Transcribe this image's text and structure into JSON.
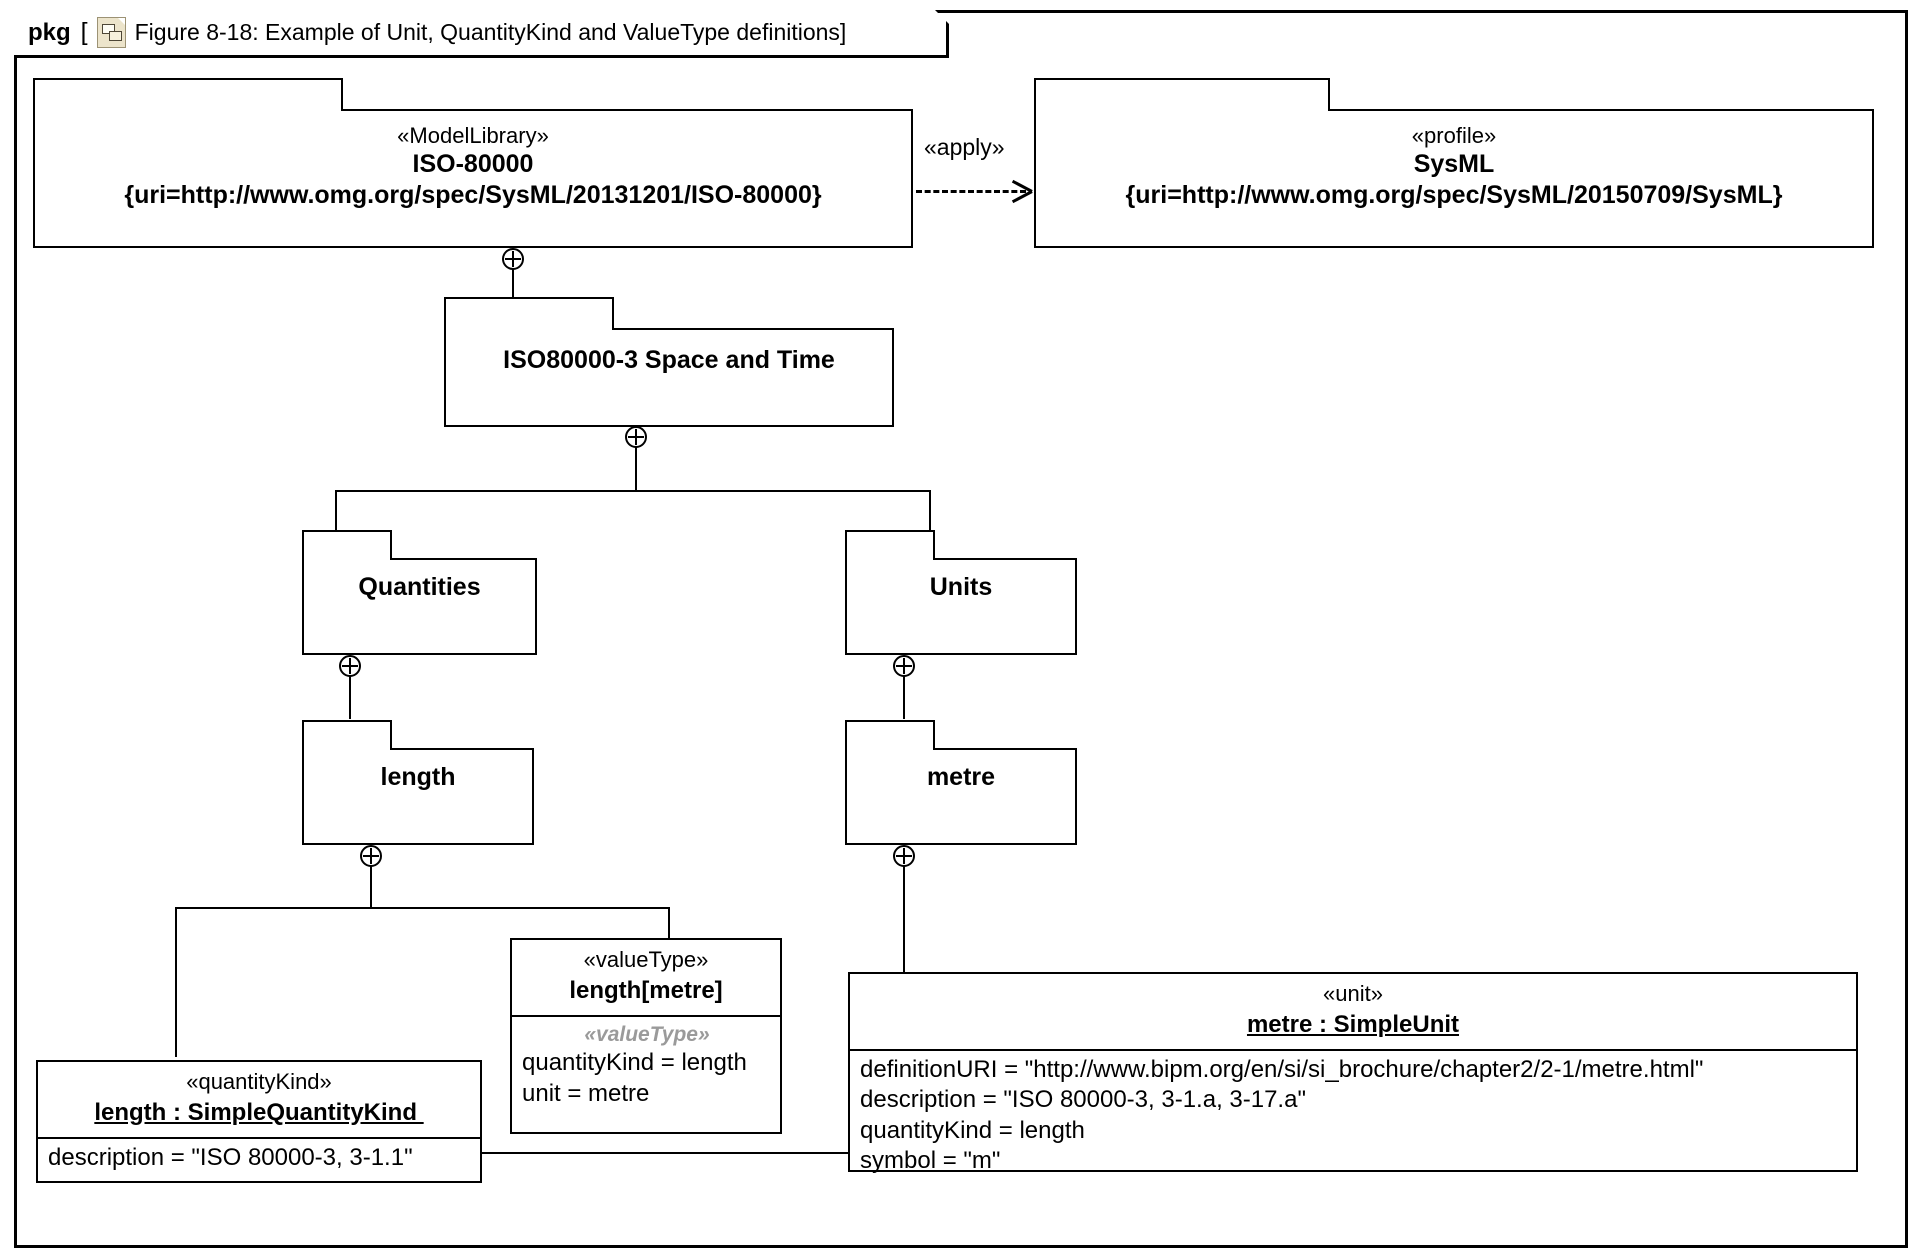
{
  "frame": {
    "keyword": "pkg",
    "bracket_open": "[",
    "icon": "package-icon",
    "title": "Figure 8-18: Example of Unit, QuantityKind and ValueType definitions]"
  },
  "packages": {
    "iso80000": {
      "stereotype": "«ModelLibrary»",
      "name": "ISO-80000",
      "uri": "{uri=http://www.omg.org/spec/SysML/20131201/ISO-80000}"
    },
    "sysml": {
      "stereotype": "«profile»",
      "name": "SysML",
      "uri": "{uri=http://www.omg.org/spec/SysML/20150709/SysML}"
    },
    "iso80000_3": {
      "name": "ISO80000-3 Space and Time"
    },
    "quantities": {
      "name": "Quantities"
    },
    "units": {
      "name": "Units"
    },
    "length_pkg": {
      "name": "length"
    },
    "metre_pkg": {
      "name": "metre"
    }
  },
  "dependency": {
    "label": "«apply»"
  },
  "elements": {
    "value_type": {
      "stereotype": "«valueType»",
      "name": "length[metre]",
      "compartment_stereotype": "«valueType»",
      "properties": [
        "quantityKind = length",
        "unit = metre"
      ]
    },
    "quantity_kind": {
      "stereotype": "«quantityKind»",
      "name": "length : SimpleQuantityKind ",
      "properties": [
        "description = \"ISO 80000-3, 3-1.1\""
      ]
    },
    "unit": {
      "stereotype": "«unit»",
      "name": "metre : SimpleUnit",
      "properties": [
        "definitionURI = \"http://www.bipm.org/en/si/si_brochure/chapter2/2-1/metre.html\"",
        "description = \"ISO 80000-3, 3-1.a, 3-17.a\"",
        "quantityKind = length",
        "symbol = \"m\""
      ]
    }
  },
  "colors": {
    "stroke": "#000000",
    "background": "#ffffff",
    "icon_fill": "#ece4cb",
    "ghost_text": "#9a9a9a"
  }
}
